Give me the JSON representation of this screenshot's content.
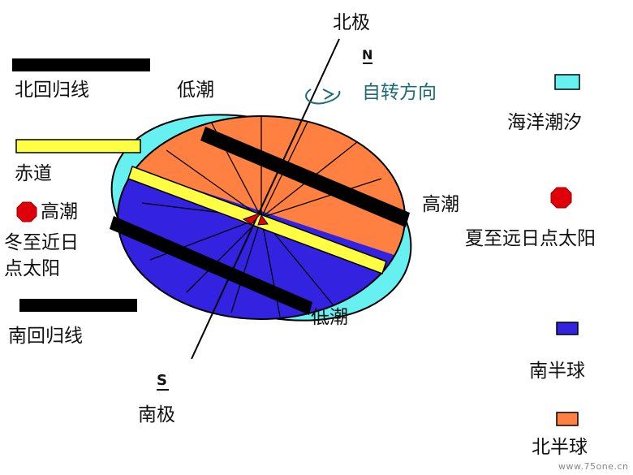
{
  "labels": {
    "north_pole": "北极",
    "north_letter": "N",
    "south_pole": "南极",
    "south_letter": "S",
    "rotation": "自转方向",
    "low_tide_top": "低潮",
    "low_tide_bottom": "低潮",
    "high_tide_right": "高潮"
  },
  "legend_left": {
    "tropic_cancer": "北回归线",
    "equator": "赤道",
    "high_tide": "高潮",
    "winter_sun_1": "冬至近日",
    "winter_sun_2": "点太阳",
    "tropic_capricorn": "南回归线"
  },
  "legend_right": {
    "ocean_tide": "海洋潮汐",
    "summer_sun": "夏至远日点太阳",
    "southern_hemisphere": "南半球",
    "northern_hemisphere": "北半球"
  },
  "watermark": "www.75one.cn",
  "colors": {
    "ocean": "#66f0f0",
    "northern": "#ff8040",
    "southern": "#3322e0",
    "equator": "#ffff44",
    "tropic": "#000000",
    "sun": "#e0000a"
  }
}
